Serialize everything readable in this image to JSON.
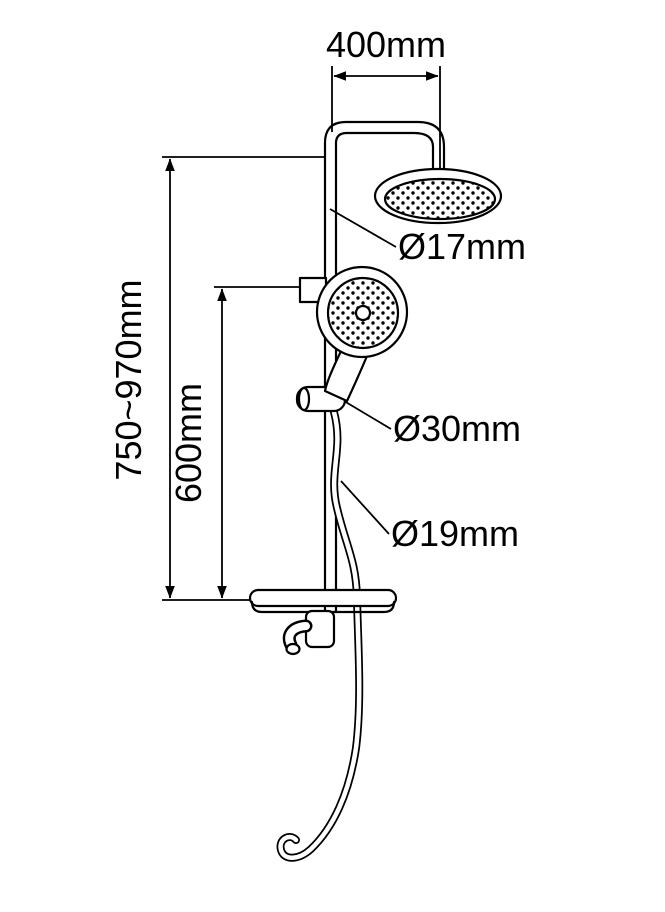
{
  "dimensions": {
    "top_width": "400mm",
    "overall_height": "750~970mm",
    "slide_bar_height": "600mm",
    "riser_pipe_diameter": "Ø17mm",
    "holder_diameter": "Ø30mm",
    "hose_diameter": "Ø19mm"
  },
  "colors": {
    "line": "#000000",
    "background": "#ffffff"
  }
}
